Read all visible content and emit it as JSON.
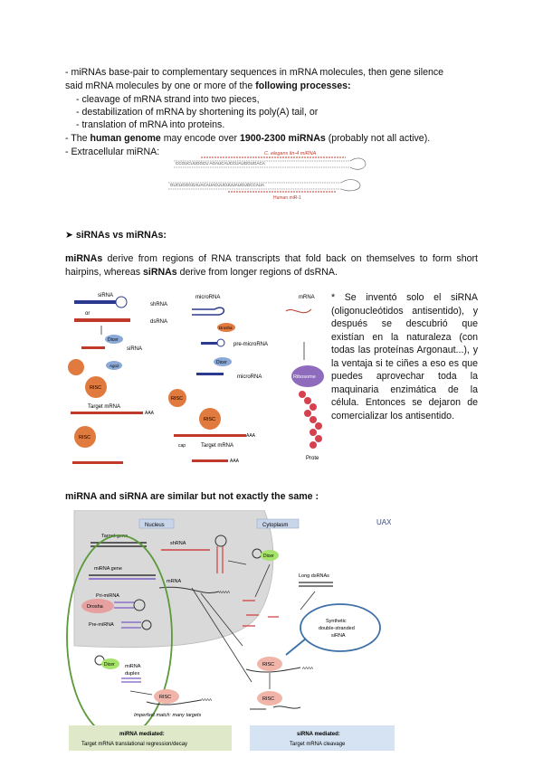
{
  "bullets": {
    "l1": "- miRNAs base-pair to complementary sequences in mRNA molecules, then gene silence",
    "l2a": "said mRNA molecules by one or more of the ",
    "l2b": "following processes:",
    "sub1": "- cleavage of mRNA strand into two pieces,",
    "sub2": "- destabilization of mRNA by shortening its poly(A) tail, or",
    "sub3": "- translation of mRNA into proteins.",
    "l6a": "- The ",
    "l6b": "human genome",
    "l6c": " may encode over ",
    "l6d": "1900-2300 miRNAs",
    "l6e": " (probably not all active).",
    "l7": "- Extracellular miRNA:"
  },
  "hairpin_fig": {
    "label_top": "C. elegans lin-4 miRNA",
    "label_bottom": "Human miR-1"
  },
  "section_heading": "➤ siRNAs vs miRNAs:",
  "intro": {
    "a": "miRNAs",
    "b": " derive from regions of RNA transcripts that fold back on themselves to form short hairpins, whereas ",
    "c": "siRNAs",
    "d": " derive from longer regions of dsRNA."
  },
  "pathway_fig": {
    "sirna_title": "siRNA",
    "or": "or",
    "shrna": "shRNA",
    "dsrna": "dsRNA",
    "dicer": "Dicer",
    "sirna_label": "siRNA",
    "ago2": "Ago2",
    "risc": "RISC",
    "target_mrna": "Target mRNA",
    "aaa": "AAA",
    "mirna_title": "microRNA",
    "drosha": "Drosha",
    "pre_mirna": "pre-microRNA",
    "microrna": "microRNA",
    "cap": "cap",
    "mrna_title": "mRNA",
    "ribosome": "Ribosome",
    "prote": "Prote"
  },
  "note": "* Se inventó solo el siRNA (oligonucleótidos antisentido), y después se descubrió que existían en la naturaleza (con todas las proteínas Argonaut...), y la ventaja si te ciñes a eso es que puedes aprovechar toda la maquinaria enzimática de la célula. Entonces se dejaron de comercializar los antisentido.",
  "compare_heading": "miRNA and siRNA are similar but not exactly the same :",
  "compare_fig": {
    "nucleus": "Nucleus",
    "cytoplasm": "Cytoplasm",
    "logo": "UAX",
    "target_gene": "Target gene",
    "shrna": "shRNA",
    "dicer": "Dicer",
    "mirna_gene": "miRNA gene",
    "mrna": "mRNA",
    "pri_mirna": "Pri-miRNA",
    "drosha": "Drosha",
    "pre_mirna": "Pre-miRNA",
    "long_dsrnas": "Long dsRNAs",
    "synthetic_1": "Synthetic",
    "synthetic_2": "double-stranded",
    "synthetic_3": "siRNA",
    "dicer2": "Dicer",
    "mirna_duplex_1": "miRNA",
    "mirna_duplex_2": "duplex",
    "risc": "RISC",
    "aaaa": "AAAA",
    "imperfect": "Imperfect match: many targets",
    "mirna_mediated_1": "miRNA mediated:",
    "mirna_mediated_2": "Target mRNA translational regression/decay",
    "sirna_mediated_1": "siRNA mediated:",
    "sirna_mediated_2": "Target mRNA cleavage"
  }
}
